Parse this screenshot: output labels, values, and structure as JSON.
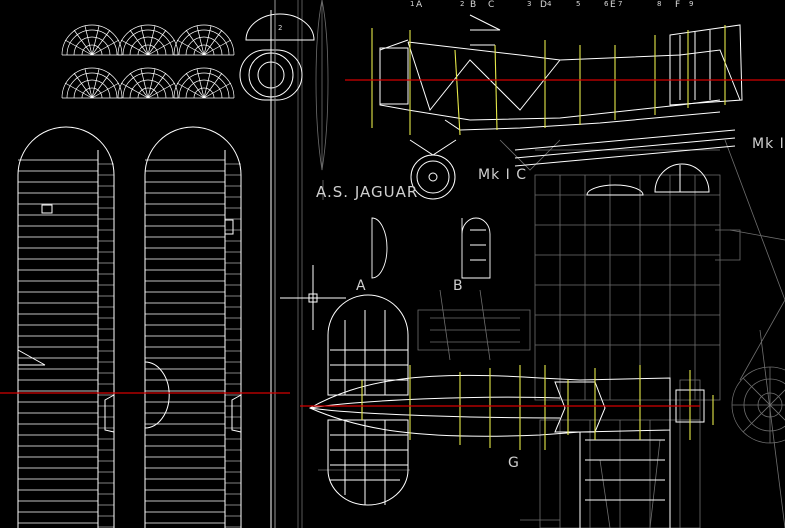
{
  "drawing": {
    "title_label": "A.S. JAGUAR",
    "variant_label": "Mk I C",
    "variant_label_edge": "Mk I",
    "section_a": "A",
    "section_b": "B",
    "section_g": "G",
    "station_letters": [
      "A",
      "B",
      "C",
      "D",
      "E",
      "F"
    ],
    "station_numbers": [
      "1",
      "2",
      "3",
      "4",
      "5",
      "6",
      "7",
      "8",
      "9"
    ],
    "cowl_number": "2",
    "colors": {
      "background": "#000000",
      "linework": "#ffffff",
      "scan_lines": "#6f6f6f",
      "datum_line": "#d40000",
      "station_lines": "#e6e84a"
    }
  }
}
